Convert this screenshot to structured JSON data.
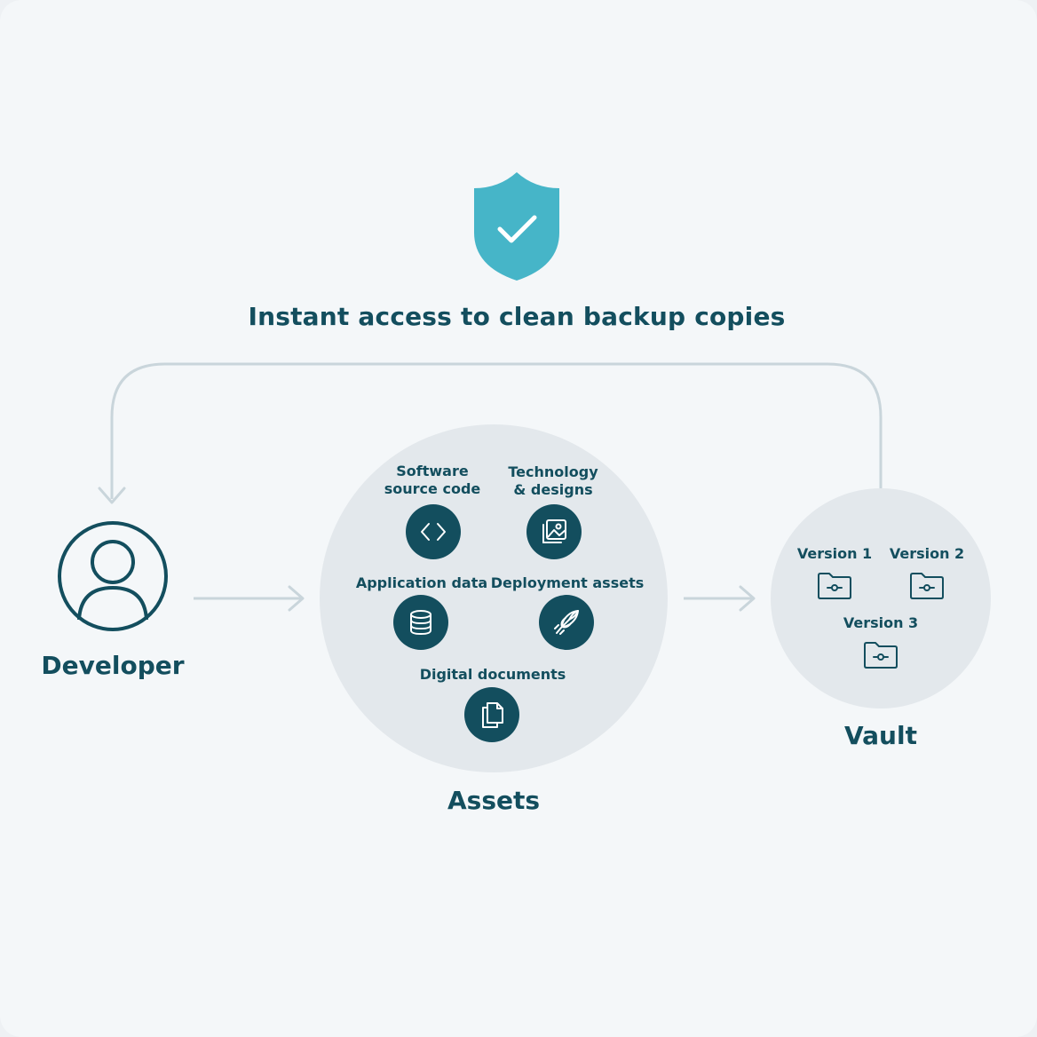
{
  "headline": "Instant access to clean backup copies",
  "developer": {
    "label": "Developer"
  },
  "assets": {
    "label": "Assets",
    "items": [
      {
        "line1": "Software",
        "line2": "source code",
        "icon": "code-icon"
      },
      {
        "line1": "Technology",
        "line2": "& designs",
        "icon": "image-gallery-icon"
      },
      {
        "line1": "Application data",
        "icon": "database-icon"
      },
      {
        "line1": "Deployment assets",
        "icon": "rocket-icon"
      },
      {
        "line1": "Digital documents",
        "icon": "documents-icon"
      }
    ]
  },
  "vault": {
    "label": "Vault",
    "versions": [
      "Version 1",
      "Version 2",
      "Version 3"
    ]
  },
  "colors": {
    "primary": "#134e5e",
    "shield": "#46b5c8",
    "connector": "#c9d5db",
    "disc": "#e3e8ec",
    "background": "#f4f7f9"
  }
}
